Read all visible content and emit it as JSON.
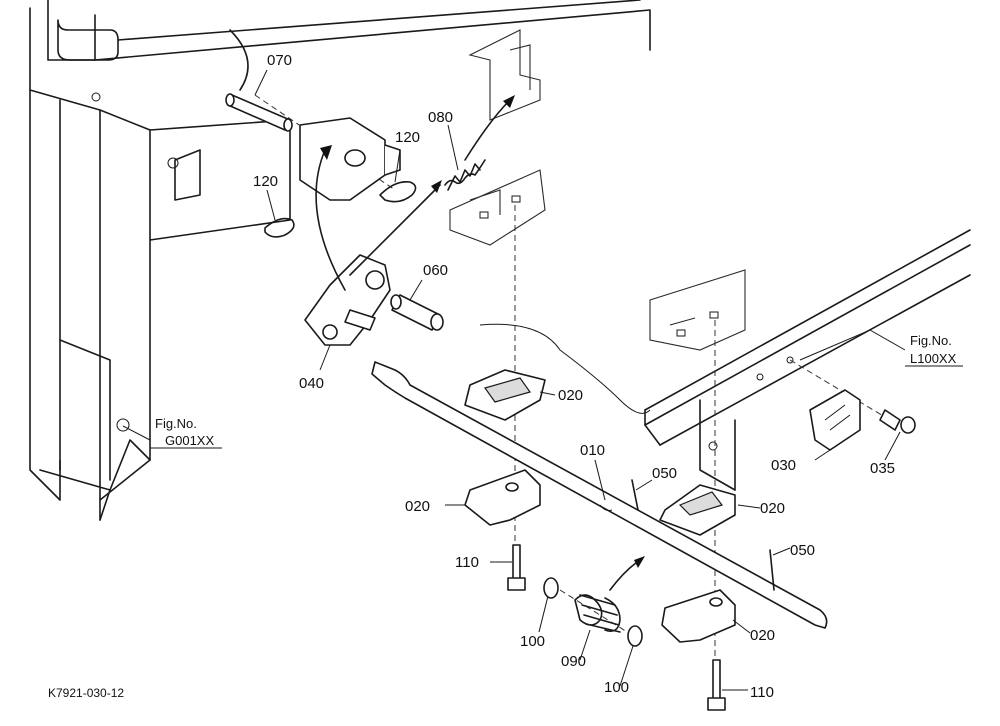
{
  "figure_code": "K7921-030-12",
  "fig_refs": [
    {
      "label": "Fig.No.",
      "code": "G001XX"
    },
    {
      "label": "Fig.No.",
      "code": "L100XX"
    }
  ],
  "callouts": {
    "p070": "070",
    "p080": "080",
    "p120a": "120",
    "p120b": "120",
    "p060": "060",
    "p040": "040",
    "p020a": "020",
    "p010": "010",
    "p050a": "050",
    "p020b": "020",
    "p020c": "020",
    "p110a": "110",
    "p050b": "050",
    "p030": "030",
    "p035": "035",
    "p100a": "100",
    "p090": "090",
    "p100b": "100",
    "p020d": "020",
    "p110b": "110"
  }
}
